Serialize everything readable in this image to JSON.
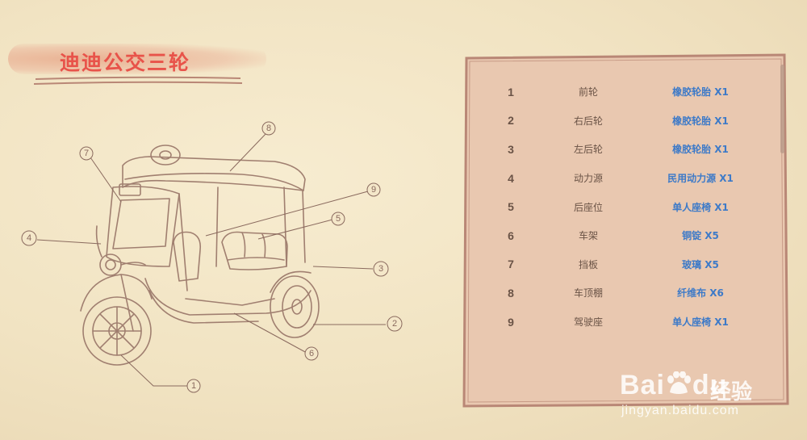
{
  "title": "迪迪公交三轮",
  "callouts": [
    "1",
    "2",
    "3",
    "4",
    "5",
    "6",
    "7",
    "8",
    "9"
  ],
  "parts": [
    {
      "num": "1",
      "name": "前轮",
      "material": "橡胶轮胎 X1"
    },
    {
      "num": "2",
      "name": "右后轮",
      "material": "橡胶轮胎 X1"
    },
    {
      "num": "3",
      "name": "左后轮",
      "material": "橡胶轮胎 X1"
    },
    {
      "num": "4",
      "name": "动力源",
      "material": "民用动力源 X1"
    },
    {
      "num": "5",
      "name": "后座位",
      "material": "单人座椅 X1"
    },
    {
      "num": "6",
      "name": "车架",
      "material": "铜锭 X5"
    },
    {
      "num": "7",
      "name": "挡板",
      "material": "玻璃 X5"
    },
    {
      "num": "8",
      "name": "车顶棚",
      "material": "纤维布 X6"
    },
    {
      "num": "9",
      "name": "驾驶座",
      "material": "单人座椅 X1"
    }
  ],
  "watermark": {
    "brand": "Bai",
    "brand2": "du",
    "cn": "经验",
    "url": "jingyan.baidu.com"
  },
  "colors": {
    "title": "#e8534a",
    "material": "#3d7ac8",
    "ink": "#8a6a5e",
    "frame": "#b98776"
  }
}
